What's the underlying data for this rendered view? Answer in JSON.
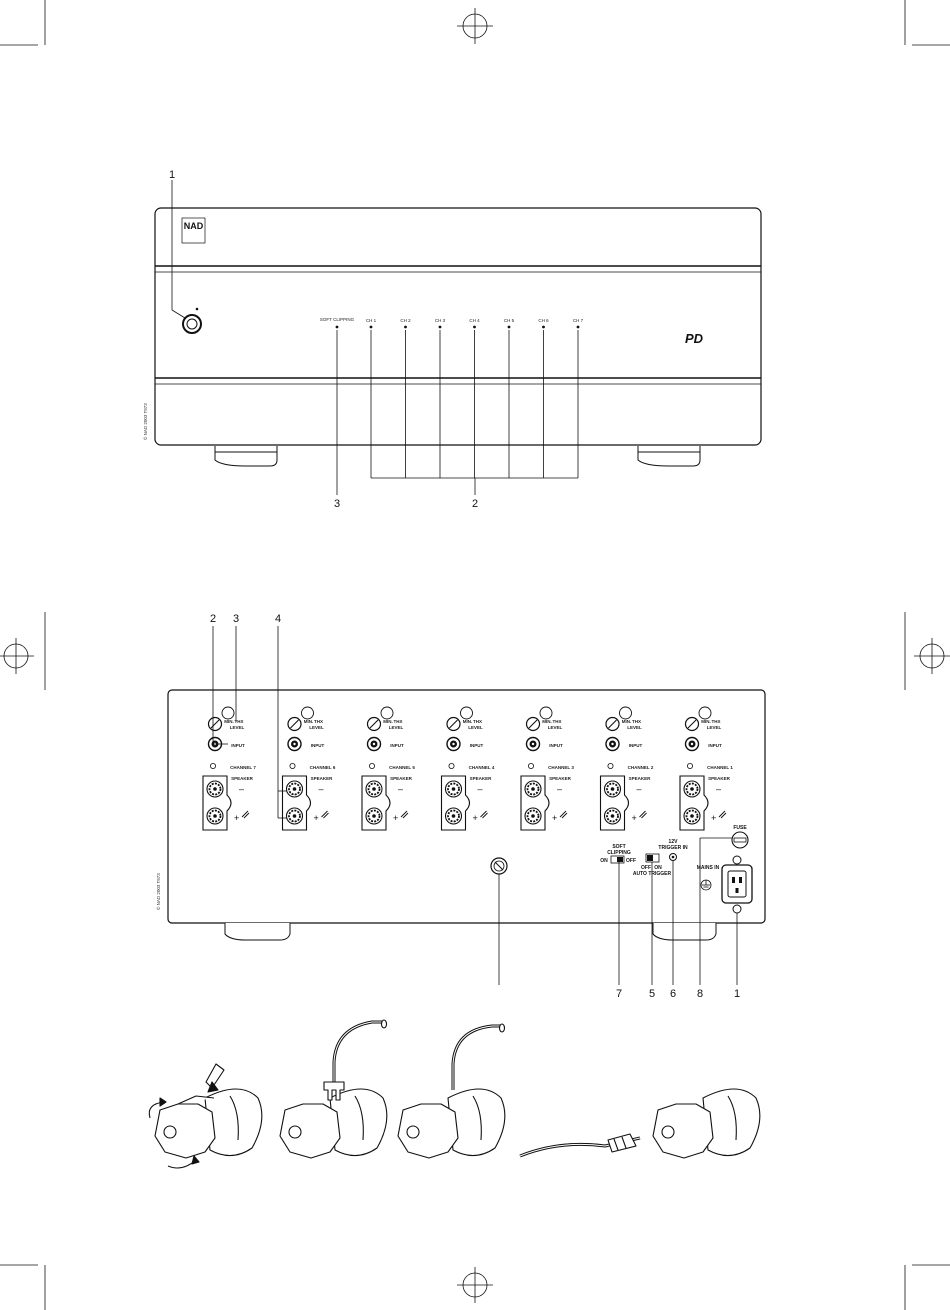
{
  "front_panel": {
    "brand": "NAD",
    "logo_mark": "PD",
    "soft_clipping_label": "SOFT CLIPPING",
    "channel_labels": [
      "CH 1",
      "CH 2",
      "CH 3",
      "CH 4",
      "CH 5",
      "CH 6",
      "CH 7"
    ],
    "copyright": "© NAD 2003 T973",
    "callouts": {
      "power": "1",
      "channels": "2",
      "soft_clipping": "3"
    }
  },
  "rear_panel": {
    "channels": [
      {
        "name": "CHANNEL 7"
      },
      {
        "name": "CHANNEL 6"
      },
      {
        "name": "CHANNEL 5"
      },
      {
        "name": "CHANNEL 4"
      },
      {
        "name": "CHANNEL 3"
      },
      {
        "name": "CHANNEL 2"
      },
      {
        "name": "CHANNEL 1"
      }
    ],
    "level_min": "MIN.",
    "level_thx": "THX",
    "level_label": "LEVEL",
    "input_label": "INPUT",
    "speaker_label": "SPEAKER",
    "minus_sign": "–",
    "plus_sign": "+",
    "soft_clipping_switch": {
      "title_line1": "SOFT",
      "title_line2": "CLIPPING",
      "on": "ON",
      "off": "OFF"
    },
    "auto_trigger_switch": {
      "off": "OFF",
      "on": "ON",
      "label": "AUTO TRIGGER"
    },
    "trigger_in": {
      "line1": "12V",
      "line2": "TRIGGER IN"
    },
    "fuse_label": "FUSE",
    "mains_label": "MAINS IN",
    "copyright": "© NAD 2003 T973",
    "callouts_top": [
      "2",
      "3",
      "4"
    ],
    "callouts_bottom": [
      "7",
      "5",
      "6",
      "8",
      "1"
    ]
  }
}
